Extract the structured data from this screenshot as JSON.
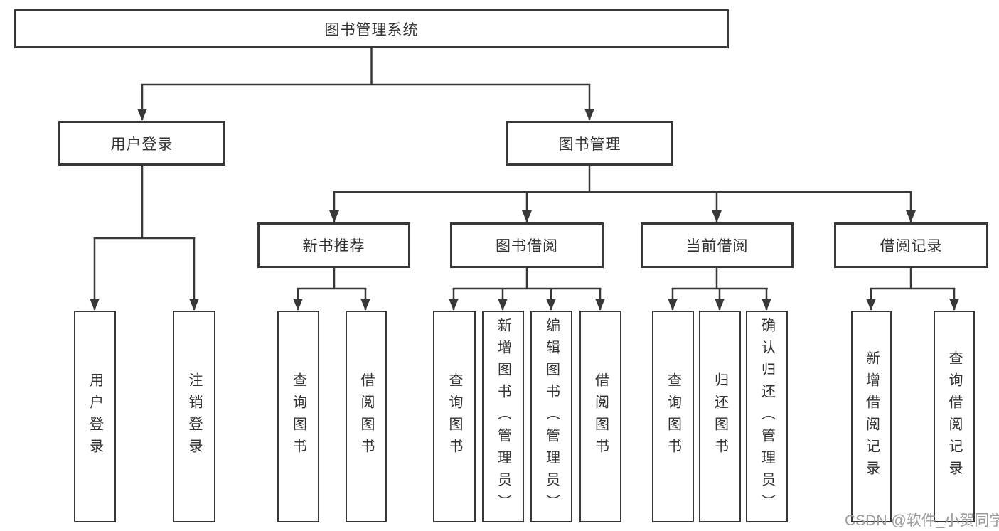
{
  "diagram": {
    "root": {
      "label": "图书管理系统"
    },
    "level2": [
      {
        "label": "用户登录"
      },
      {
        "label": "图书管理"
      }
    ],
    "level3": [
      {
        "label": "新书推荐"
      },
      {
        "label": "图书借阅"
      },
      {
        "label": "当前借阅"
      },
      {
        "label": "借阅记录"
      }
    ],
    "leaves": [
      {
        "label": "用户登录"
      },
      {
        "label": "注销登录"
      },
      {
        "label": "查询图书"
      },
      {
        "label": "借阅图书"
      },
      {
        "label": "查询图书"
      },
      {
        "label": "新增图书（管理员）"
      },
      {
        "label": "编辑图书（管理员）"
      },
      {
        "label": "借阅图书"
      },
      {
        "label": "查询图书"
      },
      {
        "label": "归还图书"
      },
      {
        "label": "确认归还（管理员）"
      },
      {
        "label": "新增借阅记录"
      },
      {
        "label": "查询借阅记录"
      }
    ],
    "watermark": "CSDN @软件_小贺同学",
    "colors": {
      "border": "#383838",
      "line": "#383838",
      "text": "#333333",
      "watermark_gray": "#9b9b9b",
      "background": "#ffffff"
    }
  }
}
